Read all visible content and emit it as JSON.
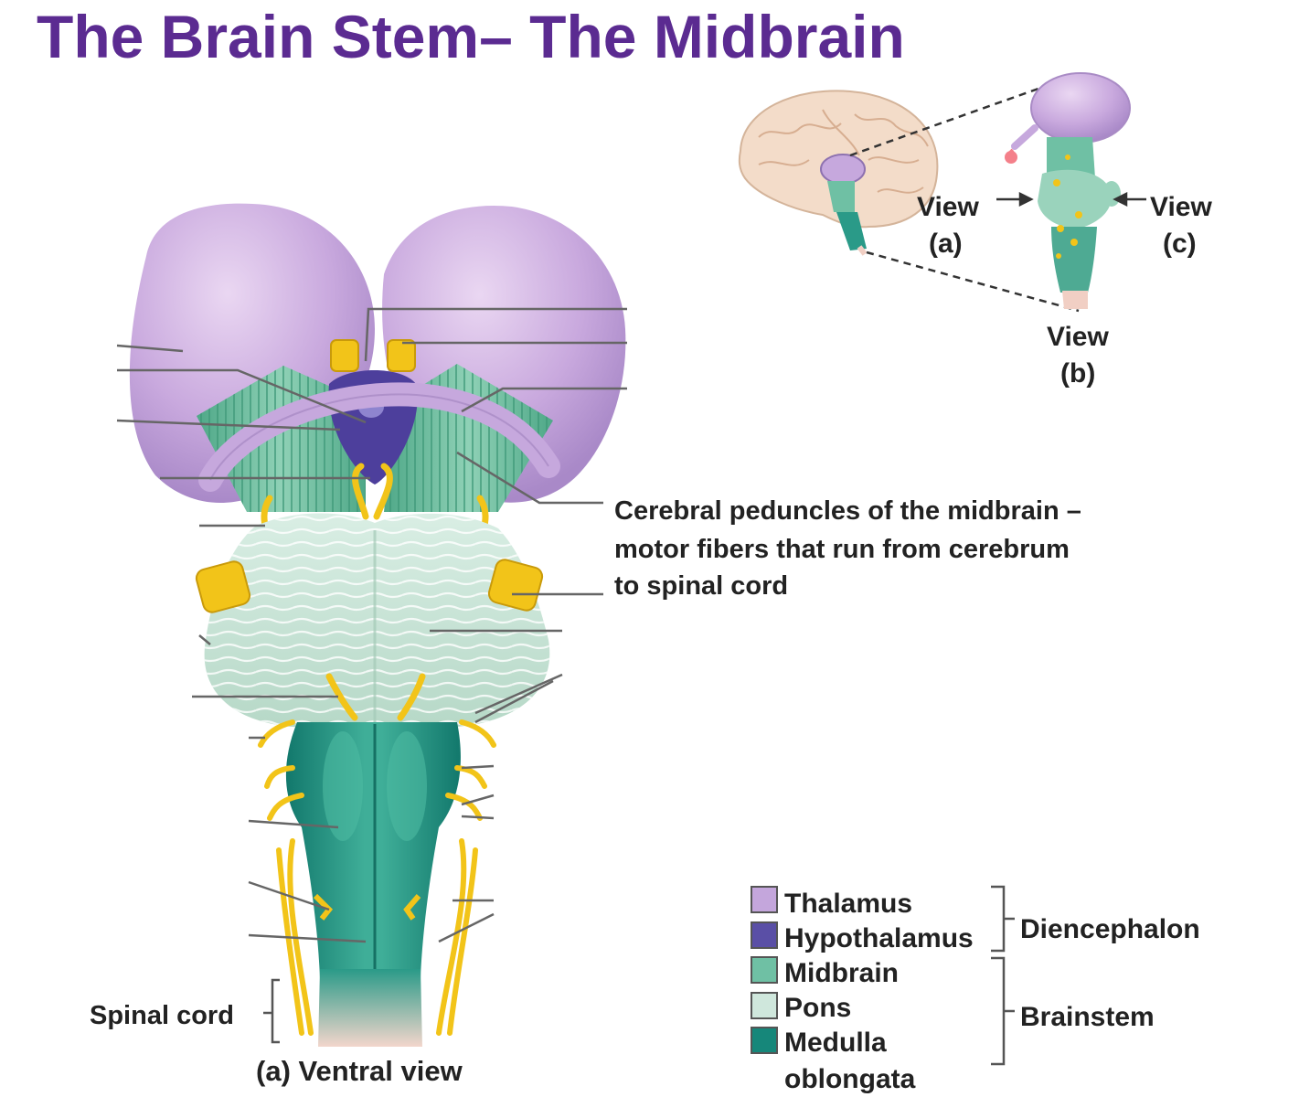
{
  "title": "The Brain Stem– The Midbrain",
  "callout": {
    "line1": "Cerebral peduncles of the midbrain –",
    "line2": "motor fibers that run from cerebrum",
    "line3": "to spinal cord"
  },
  "inset": {
    "view_a_1": "View",
    "view_a_2": "(a)",
    "view_c_1": "View",
    "view_c_2": "(c)",
    "view_b_1": "View",
    "view_b_2": "(b)"
  },
  "labels": {
    "spinal_cord": "Spinal cord",
    "ventral_view": "(a) Ventral view"
  },
  "legend": {
    "items": [
      {
        "label": "Thalamus",
        "color": "#c4a6dc"
      },
      {
        "label": "Hypothalamus",
        "color": "#5a4fa6"
      },
      {
        "label": "Midbrain",
        "color": "#6fc0a4"
      },
      {
        "label": "Pons",
        "color": "#cfe7dc"
      },
      {
        "label": "Medulla",
        "color": "#16877a"
      }
    ],
    "medulla_line2": "oblongata",
    "group_diencephalon": "Diencephalon",
    "group_brainstem": "Brainstem"
  },
  "colors": {
    "title": "#5b2b91",
    "thalamus": "#c4a6dc",
    "hypothalamus": "#5a4fa6",
    "midbrain": "#6fc0a4",
    "pons": "#cfe7dc",
    "medulla": "#16877a",
    "nerve": "#f2c419",
    "spinal_cord": "#f1cfc4"
  }
}
